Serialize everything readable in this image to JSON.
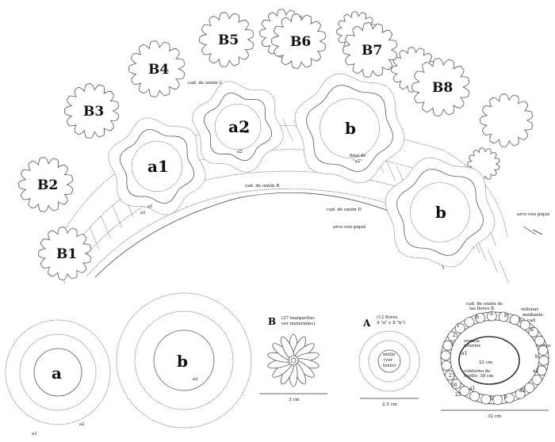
{
  "collar": {
    "flowers_small": [
      {
        "label": "B1"
      },
      {
        "label": "B2"
      },
      {
        "label": "B3"
      },
      {
        "label": "B4"
      },
      {
        "label": "B5"
      },
      {
        "label": "B6"
      },
      {
        "label": "B7"
      },
      {
        "label": "B8"
      }
    ],
    "flowers_large": [
      {
        "label": "a1"
      },
      {
        "label": "a2"
      },
      {
        "label": "b"
      },
      {
        "label": "b"
      }
    ],
    "a2_sub": "a2",
    "annotations": {
      "cad_union_c": "cad. de unión C",
      "cad_union_b": "cad. de unión B",
      "final_de": "final de",
      "final_de_sub": "\"a2\"",
      "cad_union_d": "cad. de unión D",
      "arco_pico_1": "arco con piqué",
      "arco_pico_2": "arco con piqué",
      "a1_small": "a1",
      "a2_small": "a2",
      "a1_tick": "a1"
    }
  },
  "details": {
    "flower_a": {
      "label": "a",
      "tag1": "a1",
      "tag2": "a2"
    },
    "flower_b": {
      "label": "b",
      "tag": "a2"
    },
    "motif_B": {
      "letter": "B",
      "desc_line1": "(27 margaritas",
      "desc_line2": "ver materiales)",
      "dim": "3 cm"
    },
    "motif_A": {
      "letter": "A",
      "desc_line1": "(12 flores",
      "desc_line2": "4 \"a\" y 8 \"b\")",
      "center_line1": "anillo",
      "center_line2": "(ver",
      "center_line3": "texto)",
      "dim": "2,5 cm"
    },
    "assembly": {
      "head_line1": "cad. de unión de",
      "head_line2": "las flores B",
      "right_line1": "rellenar",
      "right_line2": "mediante",
      "right_line3": "cad.",
      "center_note": "centro",
      "inner_line1": "remate",
      "inner_line2": "interior",
      "inner_line3": "contorno de",
      "inner_line4": "cuello: 38 cm",
      "mid_dim": "22 cm",
      "bottom_dim": "32 cm",
      "numbers": [
        "1",
        "2",
        "3",
        "27",
        "26",
        "25"
      ],
      "letters": [
        "a1",
        "b",
        "b",
        "b",
        "b",
        "b",
        "a2",
        "a2",
        "b",
        "b",
        "a1",
        "b"
      ]
    }
  }
}
